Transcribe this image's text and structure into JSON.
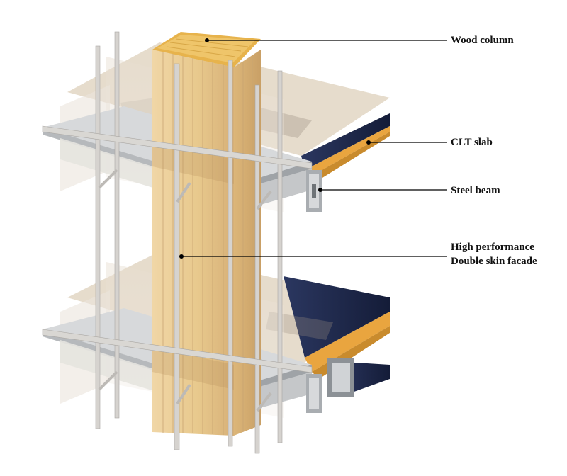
{
  "labels": {
    "wood_column": "Wood column",
    "clt_slab": "CLT slab",
    "steel_beam": "Steel beam",
    "facade_line1": "High performance",
    "facade_line2": "Double skin facade"
  },
  "colors": {
    "wood_light": "#eecf98",
    "wood_mid": "#dcb57a",
    "wood_dark": "#c99a4e",
    "column_top": "#e6b24a",
    "glass": "#e9e3da",
    "steel": "#cfd1d3",
    "steel_dark": "#9ea2a6",
    "slab_dark": "#1e2a4a",
    "slab_orange": "#e8a23a",
    "leader": "#000000"
  },
  "icons": [
    "wood-column-illustration",
    "clt-slab-illustration",
    "steel-beam-illustration",
    "facade-illustration"
  ]
}
